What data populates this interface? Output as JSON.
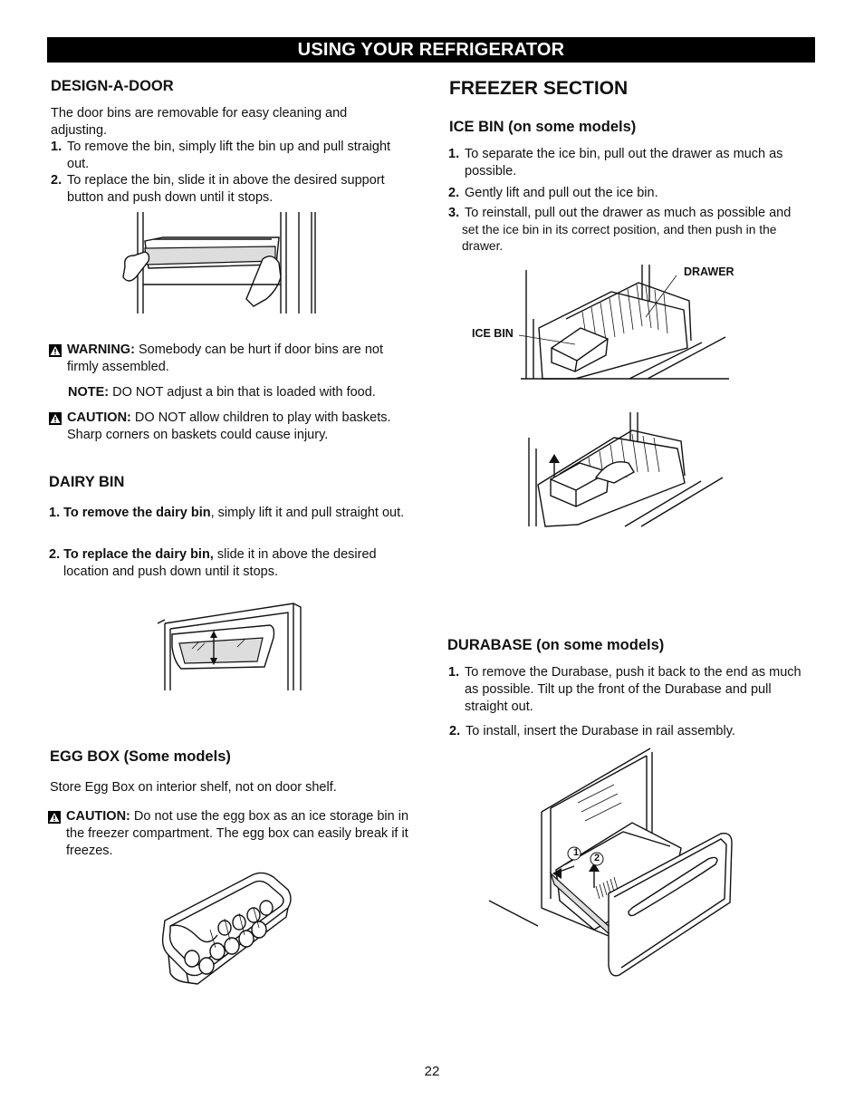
{
  "banner": "USING YOUR REFRIGERATOR",
  "design_door": {
    "title": "DESIGN-A-DOOR",
    "intro": "The door bins are removable for easy cleaning and adjusting.",
    "step1_num": "1.",
    "step1": "To remove the bin, simply lift the bin up and pull straight out.",
    "step2_num": "2.",
    "step2": "To replace the bin, slide it in above the desired support button and push down until it stops.",
    "warning_label": "WARNING:",
    "warning_text": "Somebody can be hurt if door bins are not firmly assembled.",
    "note_label": "NOTE:",
    "note_text": "DO NOT adjust a bin that is loaded with food.",
    "caution_label": "CAUTION:",
    "caution_text": "DO NOT allow children to play with baskets. Sharp corners on baskets could cause injury."
  },
  "dairy_bin": {
    "title": "DAIRY BIN",
    "step1_bold": "1. To remove the dairy bin",
    "step1_rest": ", simply lift it and pull straight out.",
    "step2_bold": "2. To replace the dairy bin,",
    "step2_rest": " slide it in above the desired location and push down until it stops."
  },
  "egg_box": {
    "title": "EGG BOX (Some models)",
    "intro": "Store Egg Box on interior shelf, not on door shelf.",
    "caution_label": "CAUTION:",
    "caution_text": "Do not use the egg box as an ice storage bin in the freezer compartment.  The egg box can easily break if it freezes."
  },
  "freezer": {
    "title": "FREEZER SECTION",
    "ice_bin_title": "ICE BIN (on some models)",
    "step1_num": "1.",
    "step1": "To separate the ice bin, pull out the drawer as much as possible.",
    "step2_num": "2.",
    "step2": "Gently lift and pull out the ice bin.",
    "step3_num": "3.",
    "step3_a": "To reinstall, pull out the drawer as much as possible and",
    "step3_b": "set the ice bin in its correct position, and then push in the drawer.",
    "label_drawer": "DRAWER",
    "label_ice_bin": "ICE BIN"
  },
  "durabase": {
    "title": "DURABASE  (on some models)",
    "step1_num": "1.",
    "step1": "To remove the Durabase, push it back to the end as much as possible. Tilt up the front of the Durabase and pull straight out.",
    "step2_num": "2.",
    "step2": "To install, insert the Durabase in rail assembly.",
    "marker1": "1",
    "marker2": "2"
  },
  "page_number": "22"
}
